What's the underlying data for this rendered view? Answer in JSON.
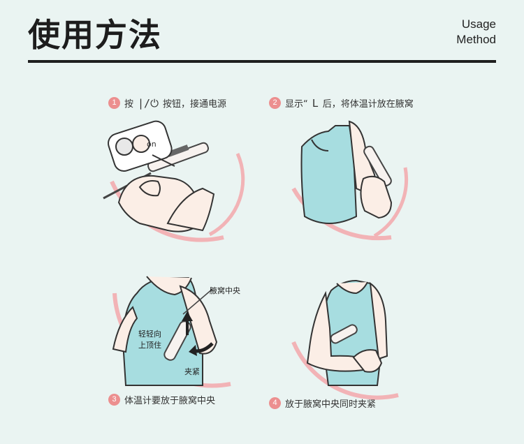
{
  "header": {
    "title": "使用方法",
    "subtitle_line1": "Usage",
    "subtitle_line2": "Method"
  },
  "steps": [
    {
      "number": "1",
      "text_before": "按",
      "symbol": "|/⏻",
      "text_after": "按钮，接通电源"
    },
    {
      "number": "2",
      "text_before": "显示“",
      "symbol": "L",
      "text_after": "后，将体温计放在腋窝"
    },
    {
      "number": "3",
      "text": "体温计要放于腋窝中央"
    },
    {
      "number": "4",
      "text": "放于腋窝中央同时夹紧"
    }
  ],
  "annotations": {
    "armpit_center": "腋窝中央",
    "push_up_line1": "轻轻向",
    "push_up_line2": "上顶住",
    "clamp": "夹紧",
    "device_on": "on"
  },
  "colors": {
    "accent_pink": "#ec8f8f",
    "arc_pink": "#f2b3b6",
    "shirt_blue": "#a7dde0",
    "skin": "#fbeee6",
    "background": "#eaf4f2"
  }
}
